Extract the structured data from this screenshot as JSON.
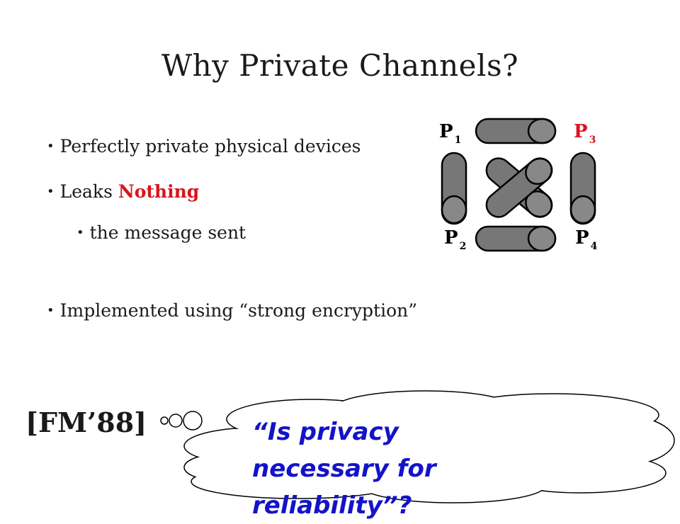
{
  "title": "Why Private Channels?",
  "bullets": {
    "b1": "Perfectly private physical devices",
    "b2_prefix": "Leaks ",
    "b2_highlight": "Nothing",
    "b3": "the message sent",
    "b4": "Implemented using “strong encryption”"
  },
  "bullet_glyph": "•",
  "diagram": {
    "parties": [
      {
        "label": "P",
        "sub": "1",
        "color": "#1a1a1a"
      },
      {
        "label": "P",
        "sub": "2",
        "color": "#1a1a1a"
      },
      {
        "label": "P",
        "sub": "3",
        "color": "#d9141e"
      },
      {
        "label": "P",
        "sub": "4",
        "color": "#1a1a1a"
      }
    ],
    "channel_fill": "#777777"
  },
  "citation": "[FM’88]",
  "thought": {
    "line1": "“Is privacy",
    "line2": "necessary for",
    "line3": "reliability”?"
  },
  "colors": {
    "highlight": "#d9141e",
    "quote": "#1313c9"
  }
}
